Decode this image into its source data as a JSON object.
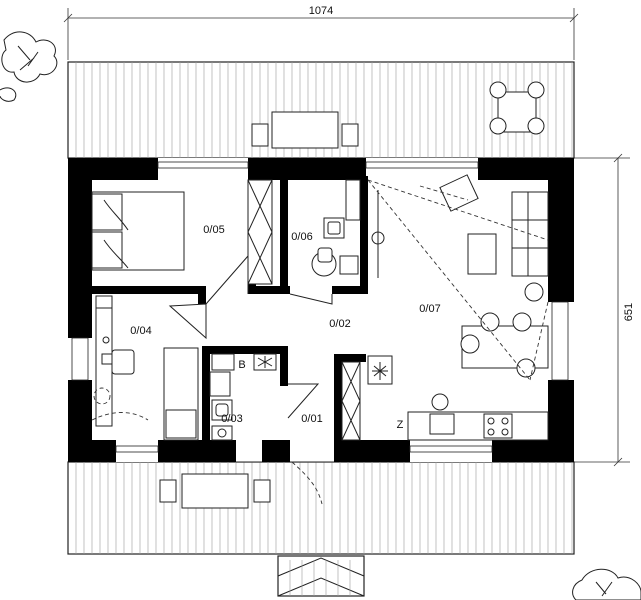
{
  "dimensions": {
    "width_label": "1074",
    "depth_label": "651"
  },
  "rooms": [
    {
      "id": "0/05",
      "label": "0/05"
    },
    {
      "id": "0/06",
      "label": "0/06"
    },
    {
      "id": "0/04",
      "label": "0/04"
    },
    {
      "id": "0/02",
      "label": "0/02"
    },
    {
      "id": "0/07",
      "label": "0/07"
    },
    {
      "id": "0/03",
      "label": "0/03"
    },
    {
      "id": "0/01",
      "label": "0/01"
    }
  ],
  "symbols": {
    "boiler": "B",
    "freezer": "Z"
  }
}
